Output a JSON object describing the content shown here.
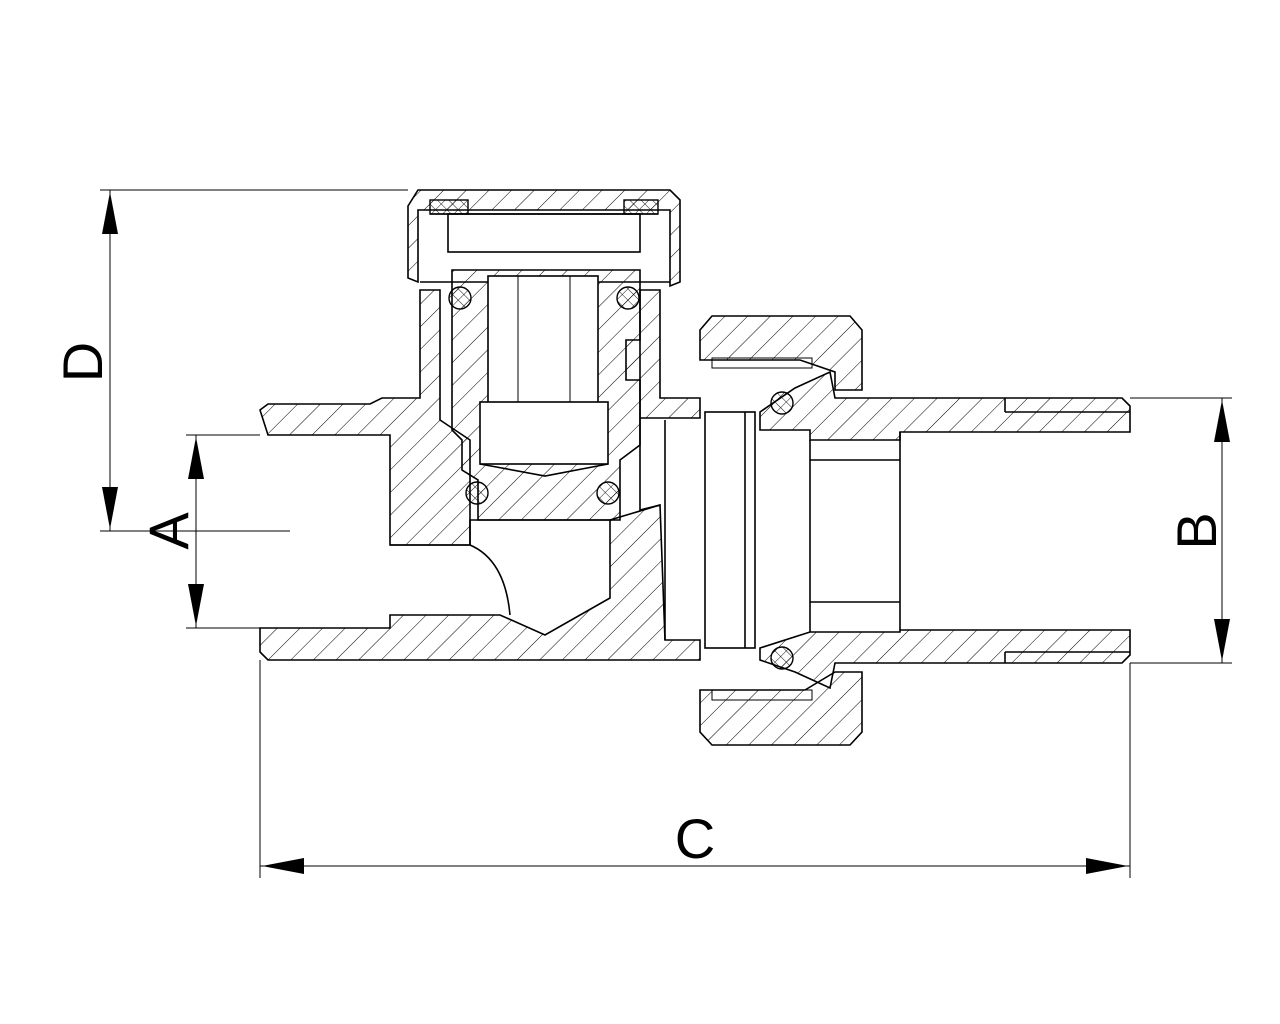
{
  "dimensions": {
    "a_label": "A",
    "b_label": "B",
    "c_label": "C",
    "d_label": "D"
  },
  "colors": {
    "line": "#000000",
    "background": "#ffffff"
  }
}
